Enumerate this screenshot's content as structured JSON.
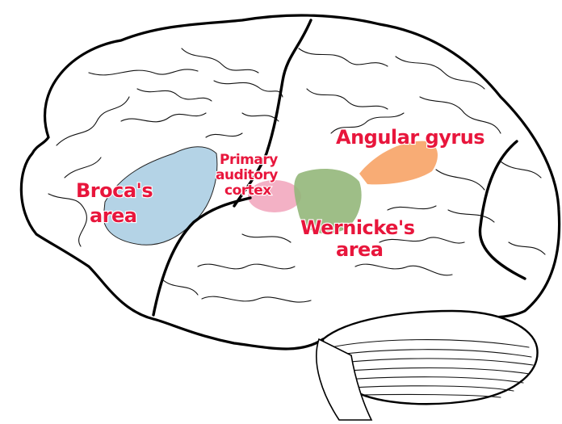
{
  "diagram": {
    "regions": [
      {
        "id": "broca",
        "label_lines": [
          "Broca's",
          "area"
        ],
        "color": "#a7cbe2"
      },
      {
        "id": "primary-auditory-cortex",
        "label_lines": [
          "Primary",
          "auditory",
          "cortex"
        ],
        "color": "#f2a8bf"
      },
      {
        "id": "wernicke",
        "label_lines": [
          "Wernicke's",
          "area"
        ],
        "color": "#93b77a"
      },
      {
        "id": "angular-gyrus",
        "label_lines": [
          "Angular gyrus"
        ],
        "color": "#f7a366"
      }
    ],
    "label_color": "#e8163c",
    "outline_color": "#000000"
  }
}
